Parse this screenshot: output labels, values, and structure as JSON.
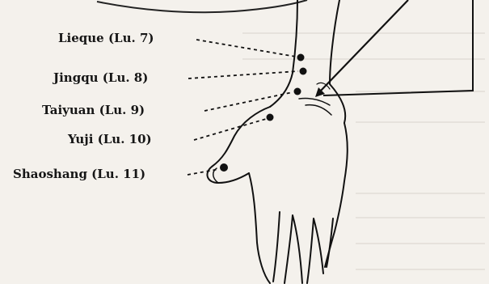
{
  "points": [
    {
      "id": "lieque",
      "label": "Lieque (Lu. 7)"
    },
    {
      "id": "jingqu",
      "label": "Jingqu (Lu. 8)"
    },
    {
      "id": "taiyuan",
      "label": "Taiyuan (Lu. 9)"
    },
    {
      "id": "yuji",
      "label": "Yuji (Lu. 10)"
    },
    {
      "id": "shaoshang",
      "label": "Shaoshang (Lu. 11)"
    }
  ],
  "colors": {
    "ink": "#161616",
    "paper": "#f4f1ec"
  }
}
